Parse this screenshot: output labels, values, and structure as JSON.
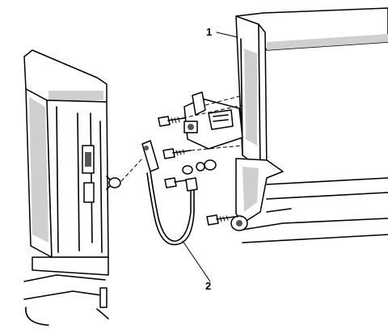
{
  "callouts": [
    {
      "id": "1",
      "label": "1"
    },
    {
      "id": "2",
      "label": "2"
    }
  ],
  "colors": {
    "line": "#000000",
    "background": "#ffffff",
    "shading": "#cfcfcf"
  }
}
